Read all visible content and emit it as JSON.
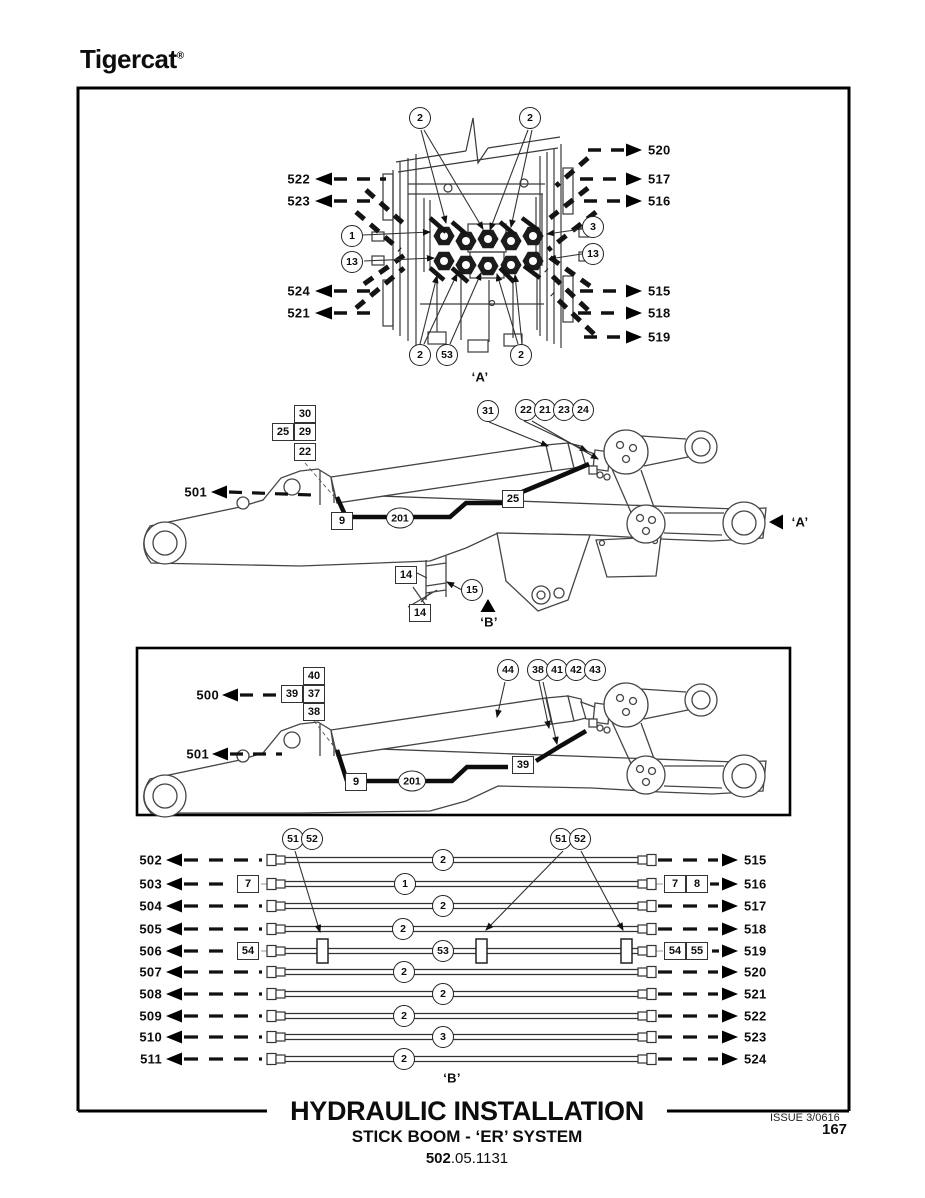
{
  "header": {
    "logo": "Tigercat",
    "registered": "®"
  },
  "detail_a": {
    "label": "‘A’",
    "top_callouts": [
      "2",
      "2"
    ],
    "left_callouts": [
      "1",
      "13"
    ],
    "right_callouts": [
      "3",
      "13"
    ],
    "bottom_callouts": [
      "2",
      "53",
      "2"
    ],
    "left_ports": [
      "522",
      "523",
      "524",
      "521"
    ],
    "right_ports": [
      "520",
      "517",
      "516",
      "515",
      "518",
      "519"
    ]
  },
  "view_a": {
    "marker_a": "‘A’",
    "marker_b": "‘B’",
    "port": "501",
    "stack_top": "30",
    "stack_mid_left": "25",
    "stack_mid_right": "29",
    "stack_bottom": "22",
    "cylinder_callout": "31",
    "fitting_callouts": [
      "22",
      "21",
      "23",
      "24"
    ],
    "hose_box": "9",
    "hose_id": "201",
    "clamp_box": "25",
    "bracket_box_upper": "14",
    "bracket_box_lower": "14",
    "bracket_callout": "15"
  },
  "view_b": {
    "port_top": "500",
    "port_bottom": "501",
    "stack_top": "40",
    "stack_mid_left": "39",
    "stack_mid_right": "37",
    "stack_bottom": "38",
    "cylinder_callout": "44",
    "fitting_callouts": [
      "38",
      "41",
      "42",
      "43"
    ],
    "hose_box": "9",
    "hose_id": "201",
    "clamp_box": "39"
  },
  "hose_table": {
    "marker": "‘B’",
    "left_clamp_callouts": [
      "51",
      "52"
    ],
    "right_clamp_callouts": [
      "51",
      "52"
    ],
    "rows": [
      {
        "left": "502",
        "id": "2",
        "right": "515"
      },
      {
        "left": "503",
        "id": "1",
        "right": "516",
        "left_box": "7",
        "right_box_1": "7",
        "right_box_2": "8"
      },
      {
        "left": "504",
        "id": "2",
        "right": "517"
      },
      {
        "left": "505",
        "id": "2",
        "right": "518"
      },
      {
        "left": "506",
        "id": "53",
        "right": "519",
        "left_box": "54",
        "right_box_1": "54",
        "right_box_2": "55"
      },
      {
        "left": "507",
        "id": "2",
        "right": "520"
      },
      {
        "left": "508",
        "id": "2",
        "right": "521"
      },
      {
        "left": "509",
        "id": "2",
        "right": "522"
      },
      {
        "left": "510",
        "id": "3",
        "right": "523"
      },
      {
        "left": "511",
        "id": "2",
        "right": "524"
      }
    ]
  },
  "footer": {
    "title": "HYDRAULIC INSTALLATION",
    "subtitle": "STICK BOOM - ‘ER’ SYSTEM",
    "doc_prefix": "502",
    "doc_suffix": ".05.1131",
    "issue": "ISSUE 3/0616",
    "page": "167"
  }
}
